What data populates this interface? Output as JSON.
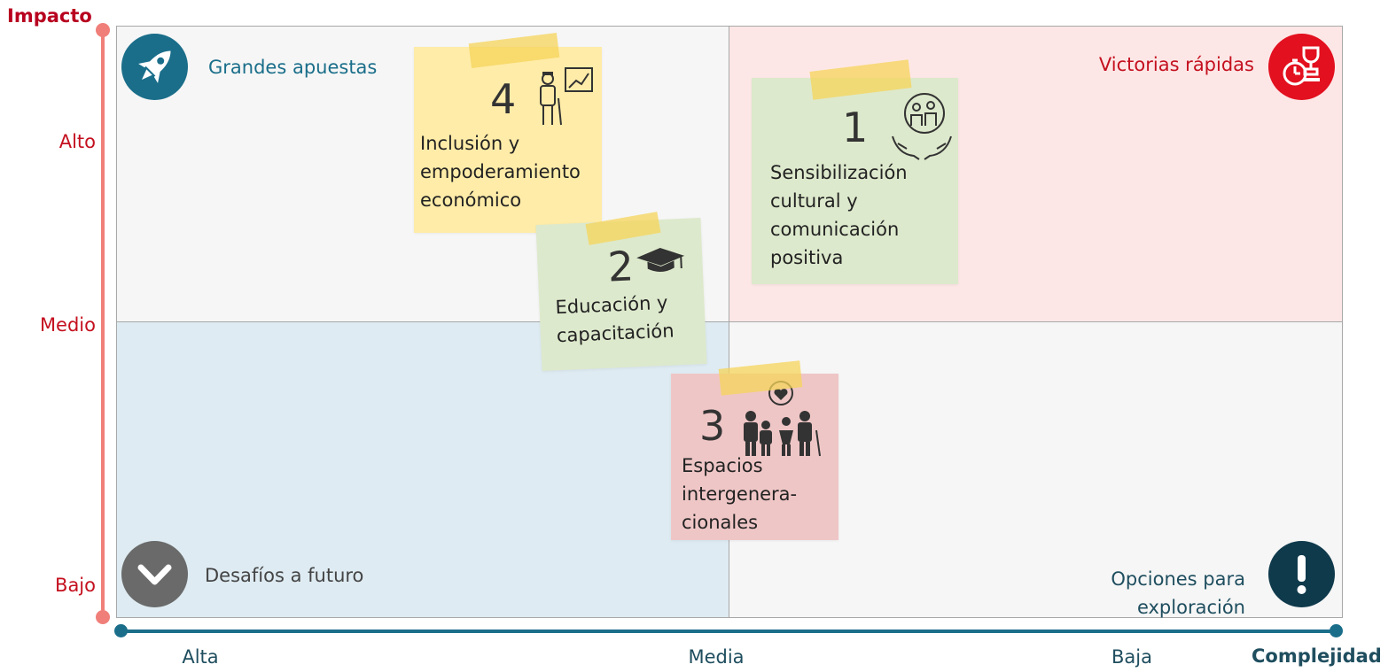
{
  "axes": {
    "y": {
      "title": "Impacto",
      "ticks": [
        "Alto",
        "Medio",
        "Bajo"
      ]
    },
    "x": {
      "title": "Complejidad",
      "ticks": [
        "Alta",
        "Media",
        "Baja"
      ]
    }
  },
  "quadrants": {
    "top_left": {
      "label": "Grandes apuestas",
      "icon": "rocket-icon"
    },
    "top_right": {
      "label": "Victorias rápidas",
      "icon": "trophy-stopwatch-icon"
    },
    "bottom_left": {
      "label": "Desafíos a futuro",
      "icon": "chevron-down-icon"
    },
    "bottom_right": {
      "label_line1": "Opciones para",
      "label_line2": "exploración",
      "icon": "exclamation-icon"
    }
  },
  "notes": [
    {
      "number": "1",
      "lines": [
        "Sensibilización",
        "cultural y",
        "comunicación",
        "positiva"
      ],
      "icon": "community-care-icon"
    },
    {
      "number": "2",
      "lines": [
        "Educación y",
        "capacitación"
      ],
      "icon": "graduation-cap-icon"
    },
    {
      "number": "3",
      "lines": [
        "Espacios",
        "intergenera-",
        "cionales"
      ],
      "icon": "family-heart-icon"
    },
    {
      "number": "4",
      "lines": [
        "Inclusión y",
        "empoderamiento",
        "económico"
      ],
      "icon": "elderly-growth-icon"
    }
  ],
  "colors": {
    "impact_axis": "#f07f7a",
    "complexity_axis": "#1a6e8a",
    "quick_wins": "#e3101f",
    "big_bets": "#1a6e8a"
  }
}
